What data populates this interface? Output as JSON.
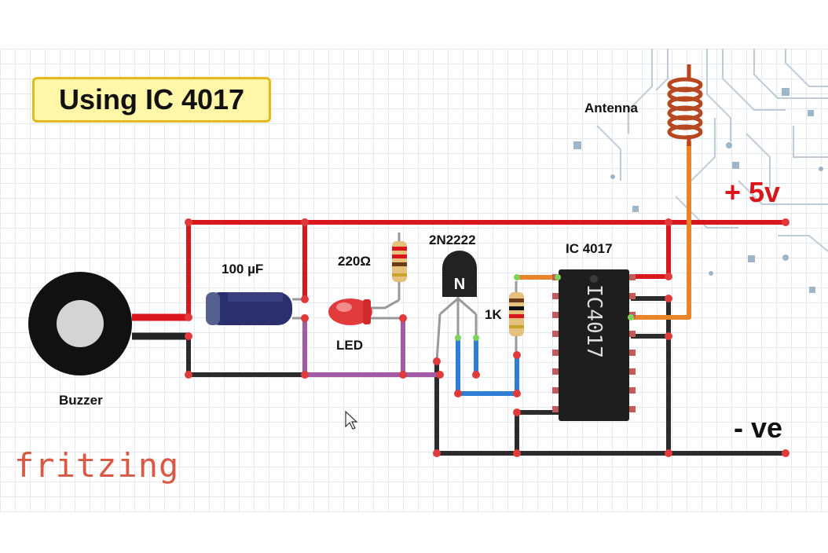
{
  "title": "Using IC 4017",
  "labels": {
    "antenna": "Antenna",
    "supply_positive": "+ 5v",
    "supply_negative": "- ve",
    "capacitor": "100 µF",
    "resistor_led": "220Ω",
    "transistor": "2N2222",
    "ic": "IC 4017",
    "resistor_base": "1K",
    "led": "LED",
    "buzzer": "Buzzer",
    "ic_marking": "IC4017",
    "transistor_marking": "N"
  },
  "brand": "fritzing",
  "colors": {
    "positive_wire": "#d8161b",
    "ground_wire": "#2b2b2b",
    "led_wire": "#a35ba6",
    "transistor_wire": "#2e7fd4",
    "antenna_wire": "#e8852a",
    "title_fill": "#fff6a8",
    "title_border": "#e8b71d",
    "brand": "#d85a44"
  }
}
